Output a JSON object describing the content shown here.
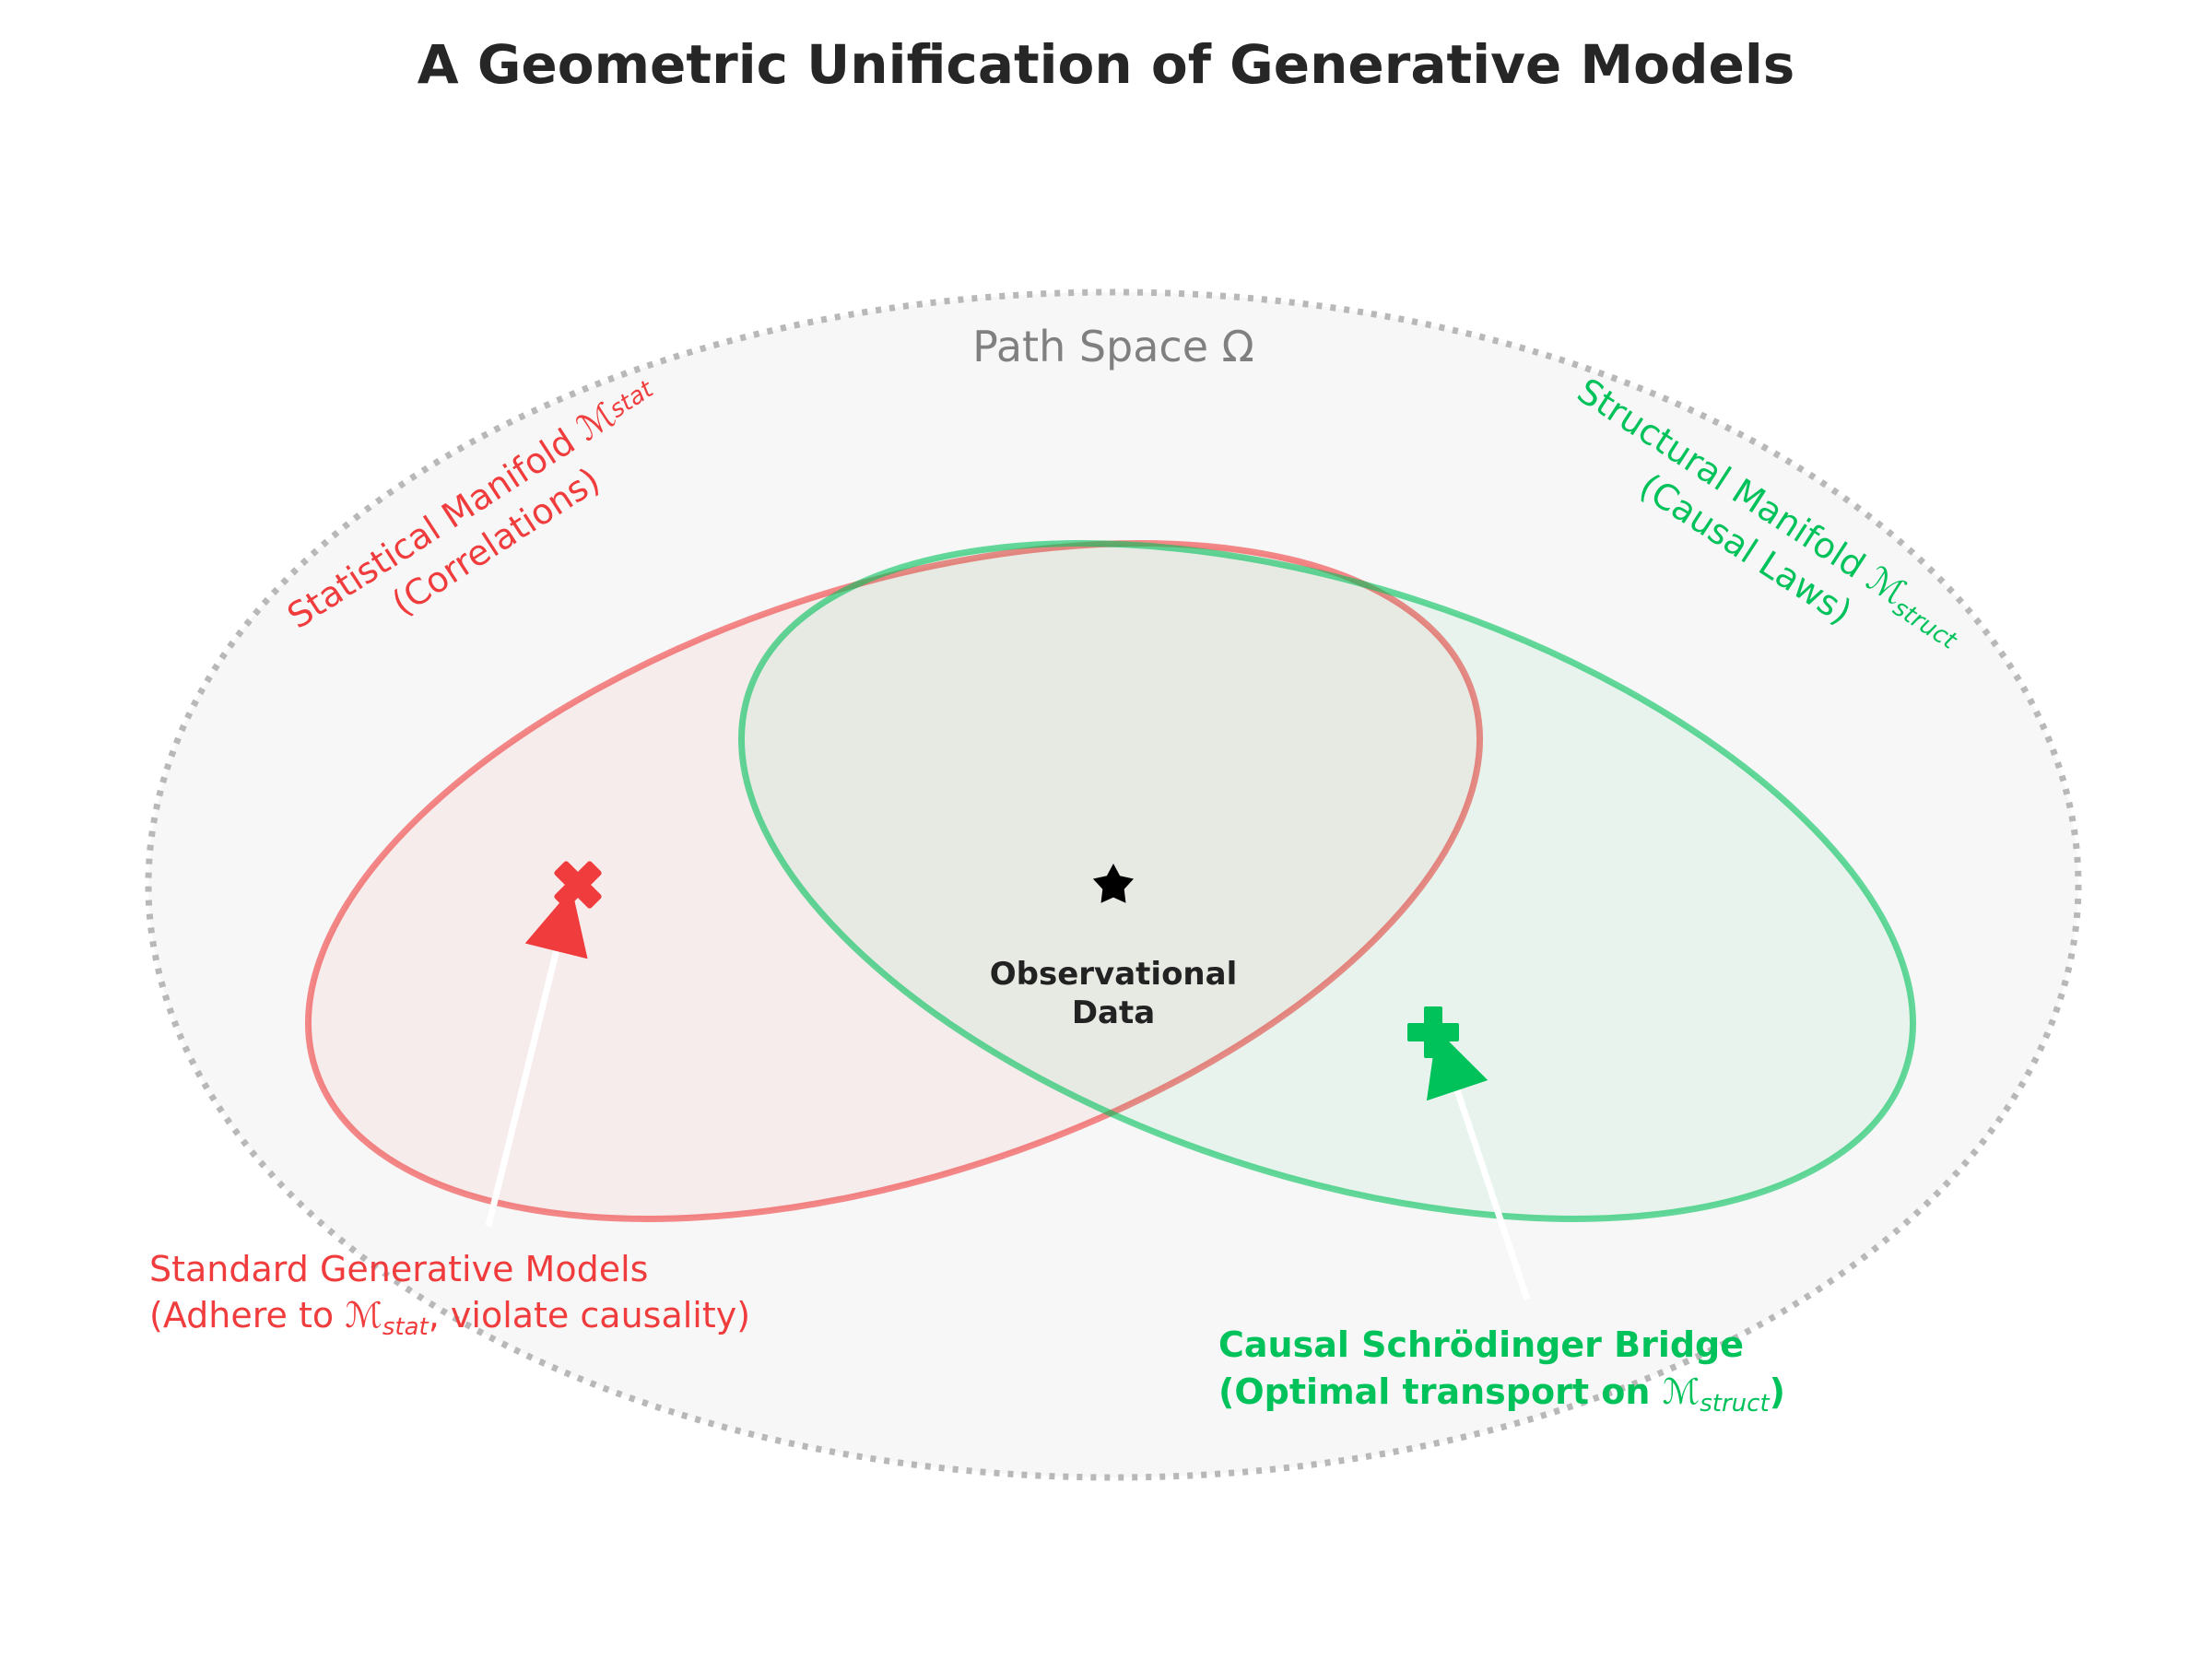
{
  "title": "A Geometric Unification of Generative Models",
  "path_space": {
    "label": "Path Space Ω"
  },
  "statistical_manifold": {
    "label_prefix": "Statistical Manifold ",
    "symbol": "ℳ",
    "subscript": "stat",
    "sublabel": "(Correlations)",
    "color": "#f03c3c"
  },
  "structural_manifold": {
    "label_prefix": "Structural Manifold ",
    "symbol": "ℳ",
    "subscript": "struct",
    "sublabel": "(Causal Laws)",
    "color": "#00c25a"
  },
  "observational_data": {
    "line1": "Observational",
    "line2": "Data",
    "marker_icon": "star-icon"
  },
  "standard_models": {
    "line1": "Standard Generative Models",
    "line2_prefix": "(Adhere to ",
    "symbol": "ℳ",
    "subscript": "stat",
    "line2_suffix": ", violate causality)",
    "marker_icon": "cross-x-icon",
    "color": "#f03c3c"
  },
  "causal_bridge": {
    "line1": "Causal Schrödinger Bridge",
    "line2_prefix": "(Optimal transport on ",
    "symbol": "ℳ",
    "subscript": "struct",
    "line2_suffix": ")",
    "marker_icon": "plus-icon",
    "color": "#00c25a"
  }
}
